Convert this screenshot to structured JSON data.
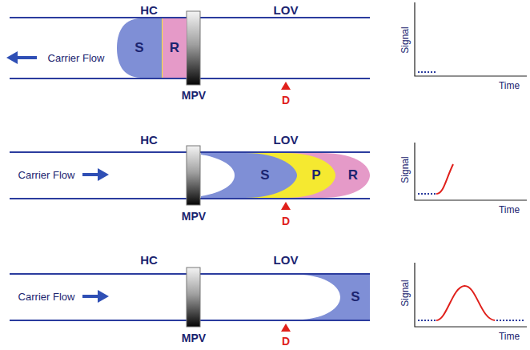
{
  "diagram": {
    "nodes": [
      {
        "text": [
          "S"
        ]
      },
      {
        "text": [
          "R"
        ]
      },
      {
        "text": [
          "S"
        ]
      },
      {
        "text": [
          "P"
        ]
      },
      {
        "text": [
          "R"
        ]
      },
      {
        "text": [
          "S"
        ]
      }
    ],
    "labels": [
      "HC",
      "LOV",
      "Carrier Flow",
      "MPV",
      "D",
      "Signal",
      "Time",
      "HC",
      "LOV",
      "Carrier Flow",
      "MPV",
      "D",
      "Signal",
      "Time",
      "HC",
      "LOV",
      "Carrier Flow",
      "MPV",
      "D",
      "Signal",
      "Time"
    ]
  }
}
